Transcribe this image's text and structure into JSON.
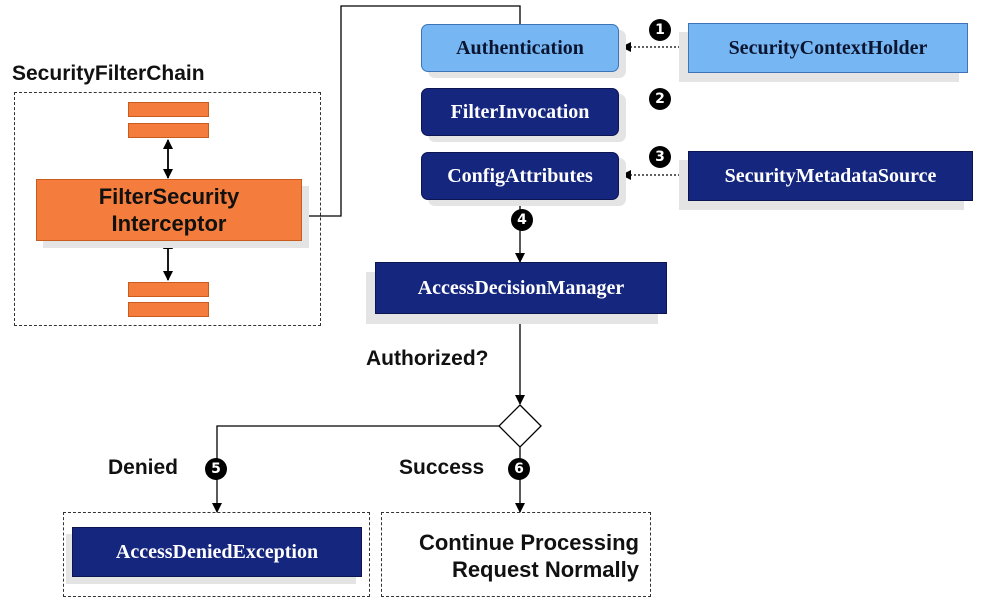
{
  "chain": {
    "title": "SecurityFilterChain",
    "interceptor_line1": "FilterSecurity",
    "interceptor_line2": "Interceptor"
  },
  "components": {
    "authentication": "Authentication",
    "filter_invocation": "FilterInvocation",
    "config_attributes": "ConfigAttributes",
    "security_context_holder": "SecurityContextHolder",
    "security_metadata_source": "SecurityMetadataSource",
    "access_decision_manager": "AccessDecisionManager",
    "access_denied_exception": "AccessDeniedException"
  },
  "labels": {
    "authorized": "Authorized?",
    "denied": "Denied",
    "success": "Success",
    "continue_line1": "Continue Processing",
    "continue_line2": "Request Normally"
  },
  "steps": {
    "s1": "1",
    "s2": "2",
    "s3": "3",
    "s4": "4",
    "s5": "5",
    "s6": "6"
  },
  "colors": {
    "navy": "#15267f",
    "light_blue": "#76b6f3",
    "orange": "#f47c3c"
  }
}
